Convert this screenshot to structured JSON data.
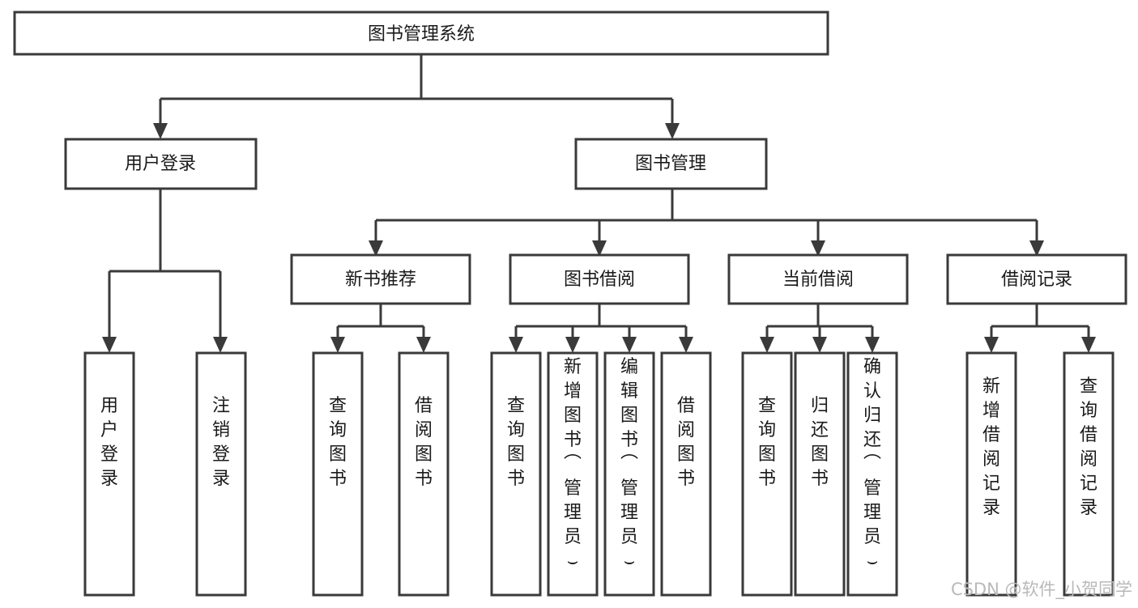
{
  "diagram": {
    "title": "图书管理系统",
    "type": "tree-hierarchy-flowchart",
    "colors": {
      "background": "#ffffff",
      "box_fill": "#ffffff",
      "box_stroke": "#3a3a3a",
      "text": "#1a1a1a",
      "watermark": "#b9b9b9"
    }
  },
  "nodes": {
    "root": {
      "label": "图书管理系统"
    },
    "level1": [
      {
        "id": "user-login",
        "label": "用户登录"
      },
      {
        "id": "book-management",
        "label": "图书管理"
      }
    ],
    "level2": [
      {
        "id": "new-book-recommend",
        "label": "新书推荐"
      },
      {
        "id": "book-borrow",
        "label": "图书借阅"
      },
      {
        "id": "current-borrow",
        "label": "当前借阅"
      },
      {
        "id": "borrow-record",
        "label": "借阅记录"
      }
    ],
    "leaves": {
      "user-login": [
        {
          "id": "leaf-user-login",
          "label": "用户登录"
        },
        {
          "id": "leaf-logout-login",
          "label": "注销登录"
        }
      ],
      "new-book-recommend": [
        {
          "id": "leaf-query-book-1",
          "label": "查询图书"
        },
        {
          "id": "leaf-borrow-book-1",
          "label": "借阅图书"
        }
      ],
      "book-borrow": [
        {
          "id": "leaf-query-book-2",
          "label": "查询图书"
        },
        {
          "id": "leaf-add-book-admin",
          "label": "新增图书（管理员）"
        },
        {
          "id": "leaf-edit-book-admin",
          "label": "编辑图书（管理员）"
        },
        {
          "id": "leaf-borrow-book-2",
          "label": "借阅图书"
        }
      ],
      "current-borrow": [
        {
          "id": "leaf-query-book-3",
          "label": "查询图书"
        },
        {
          "id": "leaf-return-book",
          "label": "归还图书"
        },
        {
          "id": "leaf-confirm-return-admin",
          "label": "确认归还（管理员）"
        }
      ],
      "borrow-record": [
        {
          "id": "leaf-add-borrow-record",
          "label": "新增借阅记录"
        },
        {
          "id": "leaf-query-borrow-record",
          "label": "查询借阅记录"
        }
      ]
    }
  },
  "watermark": {
    "text": "CSDN @软件_小贺同学"
  }
}
